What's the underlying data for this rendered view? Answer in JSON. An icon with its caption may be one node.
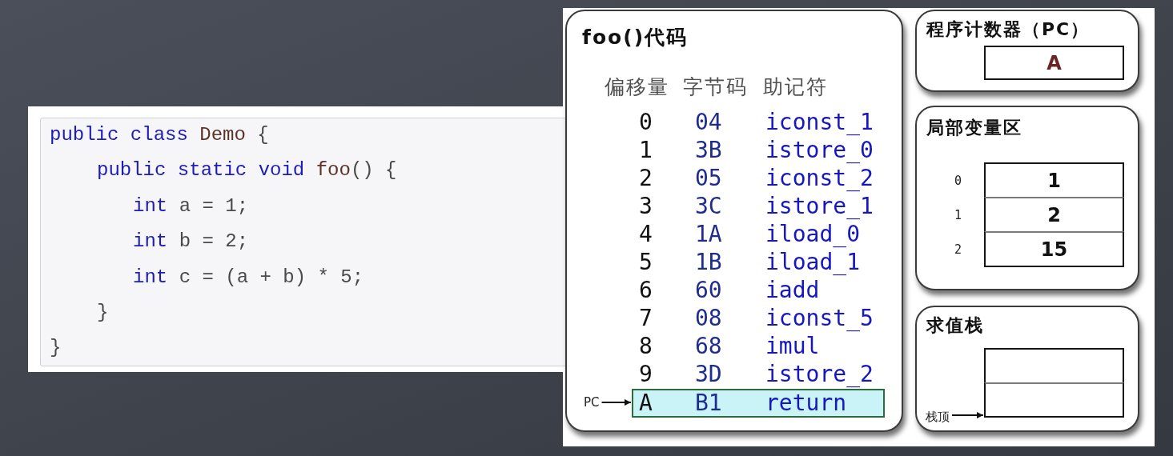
{
  "diagram": {
    "nodes": [
      {
        "text": [
          "public class Demo {",
          "public static void foo() {",
          "int a = 1;",
          "int b = 2;",
          "int c = (a + b) * 5;",
          "}",
          "}"
        ]
      },
      {
        "text": [
          "foo()代码"
        ]
      },
      {
        "text": [
          "PC"
        ],
        "in": 1
      },
      {
        "text": [
          "A",
          "B1",
          "return"
        ],
        "in": 1
      },
      {
        "text": [
          "程序计数器（PC）"
        ]
      },
      {
        "text": [
          "A"
        ],
        "in": 4
      },
      {
        "text": [
          "局部变量区"
        ]
      },
      {
        "text": [
          "1"
        ],
        "in": 6,
        "beside": [
          "0"
        ]
      },
      {
        "text": [
          "2"
        ],
        "in": 6,
        "beside": [
          "1"
        ]
      },
      {
        "text": [
          "15"
        ],
        "in": 6,
        "beside": [
          "2"
        ]
      },
      {
        "text": [
          "求值栈"
        ]
      },
      {
        "text": [],
        "shape": "box",
        "in": 10
      },
      {
        "text": [],
        "shape": "box",
        "in": 10
      },
      {
        "text": [
          "栈顶"
        ],
        "in": 10
      }
    ],
    "edges": [
      {
        "from": 2,
        "to": 3,
        "arrow": "to"
      },
      {
        "from": 13,
        "to": 12,
        "arrow": "to"
      }
    ],
    "labels": [
      "偏移量",
      "字节码",
      "助记符",
      "0",
      "04",
      "iconst_1",
      "1",
      "3B",
      "istore_0",
      "2",
      "05",
      "iconst_2",
      "3",
      "3C",
      "istore_1",
      "4",
      "1A",
      "iload_0",
      "5",
      "1B",
      "iload_1",
      "6",
      "60",
      "iadd",
      "7",
      "08",
      "iconst_5",
      "8",
      "68",
      "imul",
      "9",
      "3D",
      "istore_2"
    ]
  }
}
